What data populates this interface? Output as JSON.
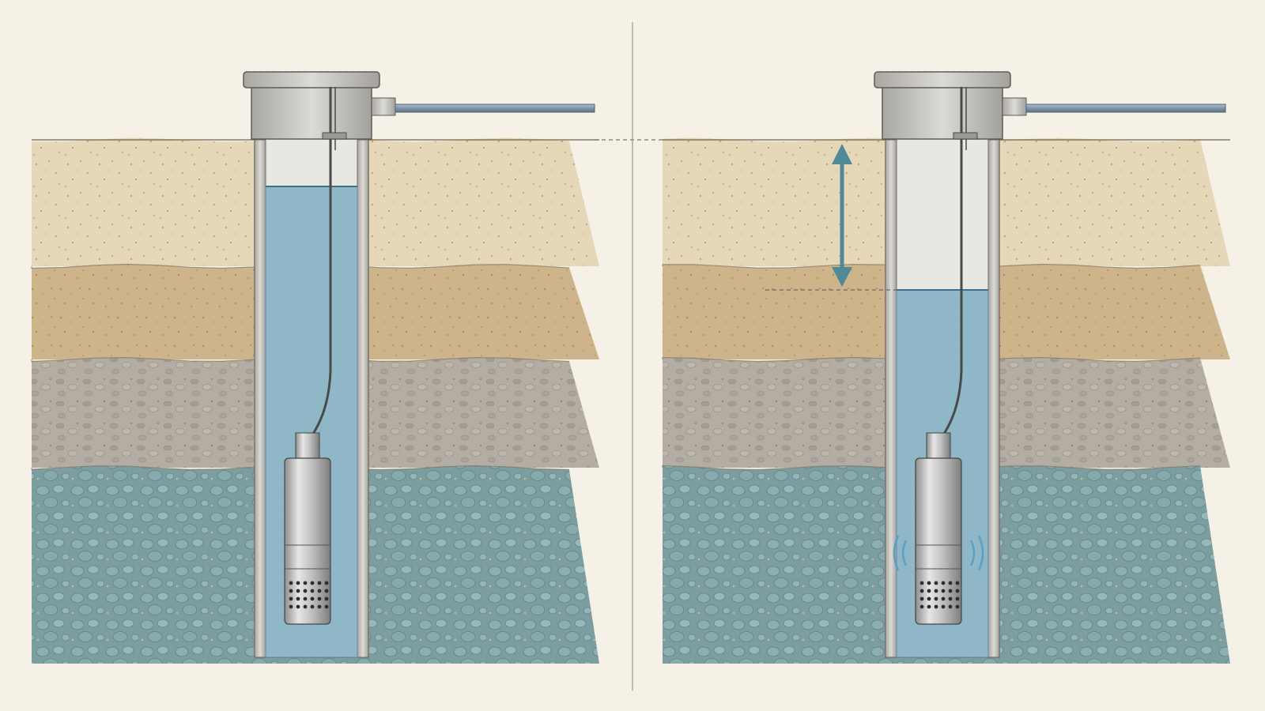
{
  "diagram": {
    "panels": [
      {
        "id": "static",
        "state": "static-water-level",
        "pump_running": false,
        "water_level_band": "sand-topsoil"
      },
      {
        "id": "drawdown",
        "state": "pumping-drawdown",
        "pump_running": true,
        "water_level_band": "clay"
      }
    ],
    "soil_layers": [
      "sand-topsoil",
      "clay",
      "gravel-silt",
      "aquifer-pebbles"
    ],
    "colors": {
      "background": "#f6f1e6",
      "sand": "#e6d7b8",
      "clay": "#cdb48a",
      "gravel": "#b3ada3",
      "aquifer": "#7c9ea0",
      "water": "#8fb7c8",
      "casing": "#c9c7c2",
      "pipe": "#8aa0b2",
      "arrow": "#4f8a96"
    },
    "icons": [
      "well-casing-icon",
      "submersible-pump-icon",
      "vibration-icon",
      "double-arrow-icon"
    ]
  }
}
